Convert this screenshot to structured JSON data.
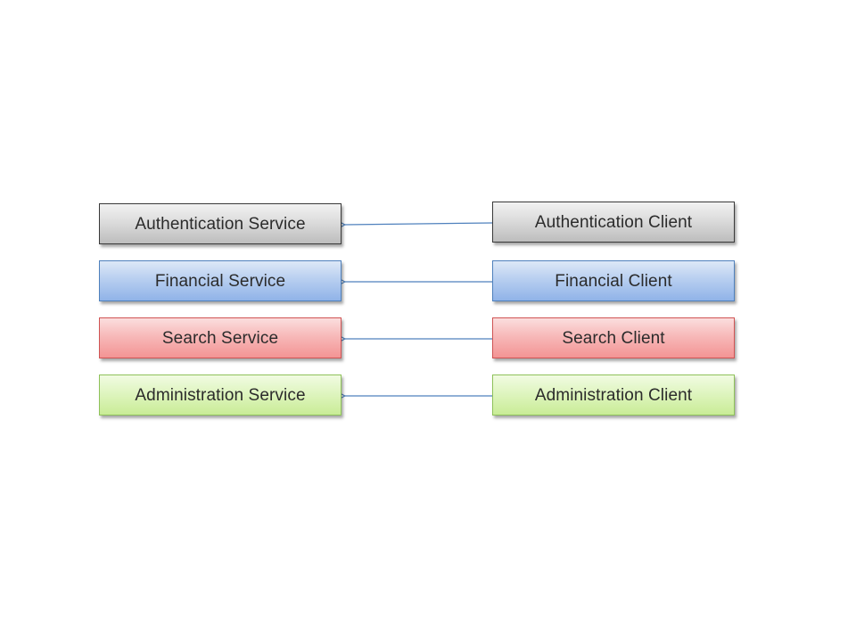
{
  "services": [
    {
      "label": "Authentication Service",
      "style": "gray"
    },
    {
      "label": "Financial Service",
      "style": "blue"
    },
    {
      "label": "Search Service",
      "style": "red"
    },
    {
      "label": "Administration Service",
      "style": "green"
    }
  ],
  "clients": [
    {
      "label": "Authentication Client",
      "style": "gray"
    },
    {
      "label": "Financial Client",
      "style": "blue"
    },
    {
      "label": "Search Client",
      "style": "red"
    },
    {
      "label": "Administration Client",
      "style": "green"
    }
  ],
  "connections": [
    {
      "from": "Authentication Client",
      "to": "Authentication Service"
    },
    {
      "from": "Financial Client",
      "to": "Financial Service"
    },
    {
      "from": "Search Client",
      "to": "Search Service"
    },
    {
      "from": "Administration Client",
      "to": "Administration Service"
    }
  ],
  "colors": {
    "connector": "#4f81bd",
    "gray_border": "#3a3a3a",
    "blue_border": "#4f81bd",
    "red_border": "#d05454",
    "green_border": "#8fc25a"
  }
}
